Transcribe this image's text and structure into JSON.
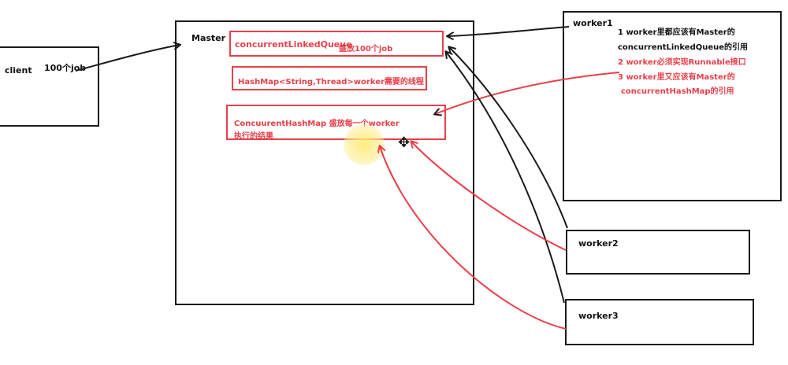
{
  "client": {
    "label": "client",
    "jobs_label": "100个job"
  },
  "master": {
    "label": "Master",
    "queue_title": "concurrentLinkedQueue",
    "queue_note": "盛放100个job",
    "hashmap_text": "HashMap<String,Thread>worker需要的线程",
    "result_line1": "ConcuurentHashMap 盛放每一个worker",
    "result_line2": "执行的结果"
  },
  "worker1": {
    "label": "worker1",
    "note1_line1": "1 worker里都应该有Master的",
    "note1_line2": "concurrentLinkedQueue的引用",
    "note2": "2 worker必须实现Runnable接口",
    "note3_line1": "3 worker里又应该有Master的",
    "note3_line2": "concurrentHashMap的引用"
  },
  "worker2": {
    "label": "worker2"
  },
  "worker3": {
    "label": "worker3"
  },
  "colors": {
    "accent": "#e8404a",
    "ink": "#1a1a1a"
  }
}
